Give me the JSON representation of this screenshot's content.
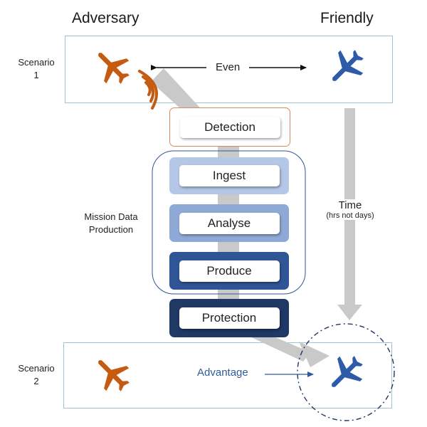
{
  "headers": {
    "adversary": "Adversary",
    "friendly": "Friendly"
  },
  "scenario1": {
    "label_line1": "Scenario",
    "label_line2": "1",
    "even_label": "Even"
  },
  "scenario2": {
    "label_line1": "Scenario",
    "label_line2": "2",
    "advantage_label": "Advantage"
  },
  "stages": {
    "detection": "Detection",
    "ingest": "Ingest",
    "analyse": "Analyse",
    "produce": "Produce",
    "protection": "Protection"
  },
  "mission_group": {
    "label_line1": "Mission Data",
    "label_line2": "Production"
  },
  "time": {
    "label": "Time",
    "sublabel": "(hrs not days)"
  },
  "colors": {
    "adversary_plane": "#c55a11",
    "friendly_plane": "#2e5ba8",
    "detection_border": "#d98a5e",
    "ingest_fill": "#b4c7e7",
    "analyse_fill": "#8fa9d6",
    "produce_fill": "#2f5597",
    "protection_fill": "#1f3864",
    "grey_arrow": "#c8c8c8"
  }
}
